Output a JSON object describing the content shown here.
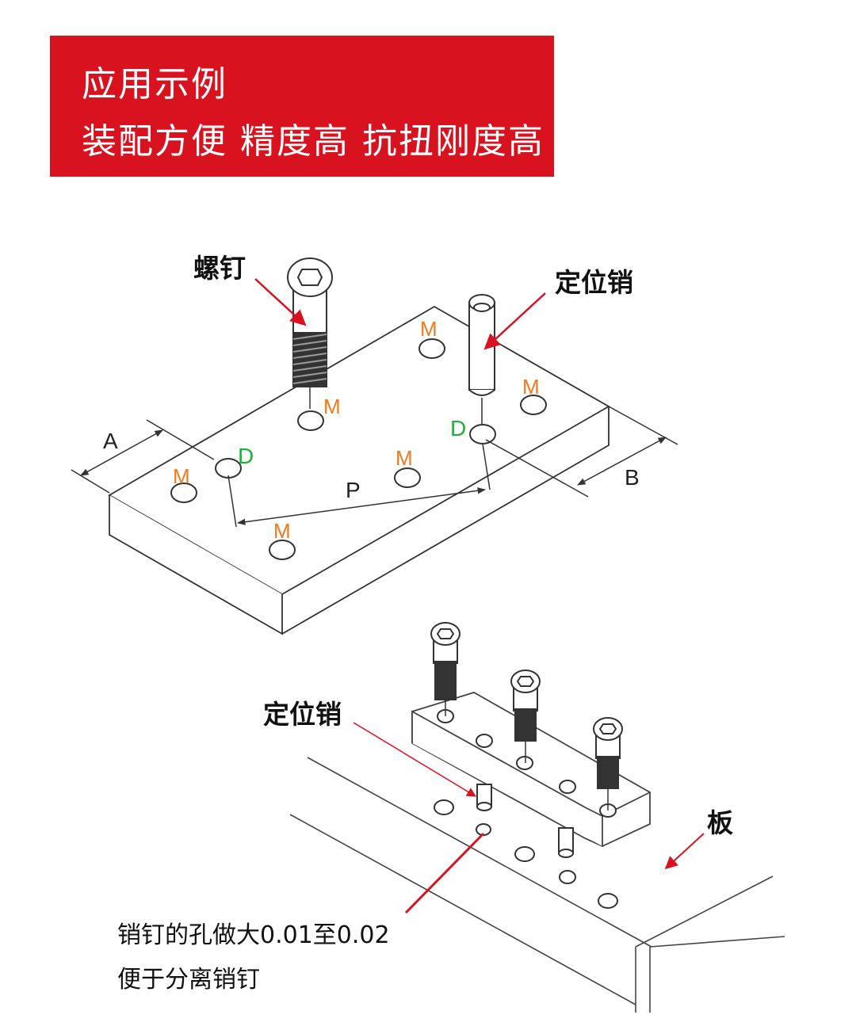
{
  "banner": {
    "title": "应用示例",
    "subtitle": "装配方便 精度高 抗扭刚度高"
  },
  "diagram_top": {
    "screw_label": "螺钉",
    "pin_label": "定位销",
    "hole_mark_m": "M",
    "hole_mark_d": "D",
    "dim_a": "A",
    "dim_b": "B",
    "dim_p": "P"
  },
  "diagram_bottom": {
    "pin_label": "定位销",
    "plate_label": "板",
    "note_line1": "销钉的孔做大0.01至0.02",
    "note_line2": "便于分离销钉"
  },
  "colors": {
    "banner": "#d8121f",
    "arrow": "#d8121f",
    "m_mark": "#f07a1c",
    "d_mark": "#1fb03a"
  }
}
